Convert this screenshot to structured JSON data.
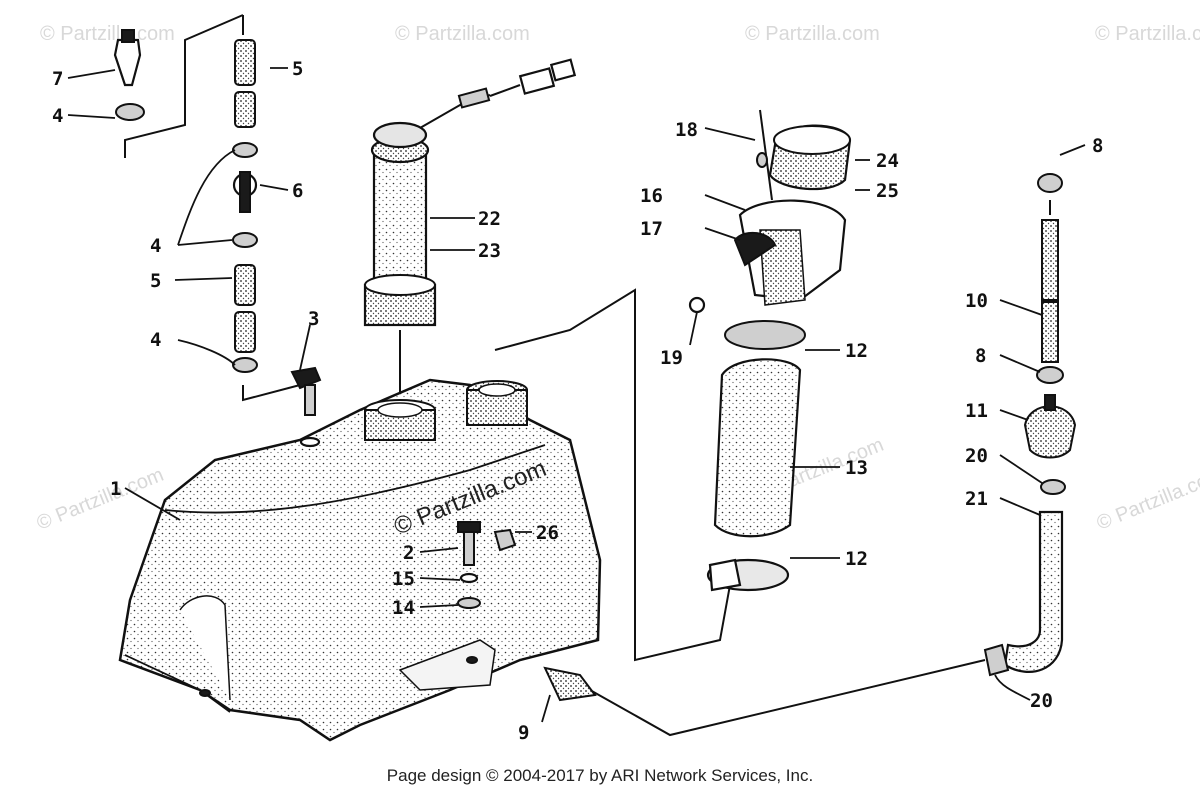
{
  "watermarks": [
    "© Partzilla.com"
  ],
  "center_watermark": "© Partzilla.com",
  "footer": "Page design © 2004-2017 by ARI Network Services, Inc.",
  "callouts": {
    "c1": "1",
    "c2": "2",
    "c3": "3",
    "c4a": "4",
    "c4b": "4",
    "c4c": "4",
    "c5a": "5",
    "c5b": "5",
    "c6": "6",
    "c7": "7",
    "c8a": "8",
    "c8b": "8",
    "c9": "9",
    "c10": "10",
    "c11": "11",
    "c12a": "12",
    "c12b": "12",
    "c13": "13",
    "c14": "14",
    "c15": "15",
    "c16": "16",
    "c17": "17",
    "c18": "18",
    "c19": "19",
    "c20a": "20",
    "c20b": "20",
    "c21": "21",
    "c22": "22",
    "c23": "23",
    "c24": "24",
    "c25": "25",
    "c26": "26"
  }
}
